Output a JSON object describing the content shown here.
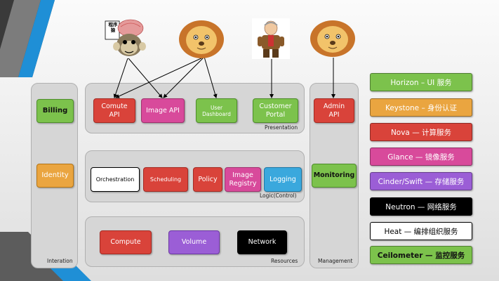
{
  "panels": {
    "interation": "Interation",
    "presentation": "Presentation",
    "logic": "Logic(Control)",
    "resources": "Resources",
    "management": "Management"
  },
  "left": {
    "billing": "Billing",
    "identity": "Identity"
  },
  "presentation": {
    "compute_api": "Comute\nAPI",
    "image_api": "Image API",
    "user_dashboard": "User\nDashboard",
    "customer_portal": "Customer\nPortal"
  },
  "logic": {
    "orchestration": "Orchestration",
    "scheduling": "Scheduling",
    "policy": "Policy",
    "image_registry": "Image\nRegistry",
    "logging": "Logging"
  },
  "resources": {
    "compute": "Compute",
    "volume": "Volume",
    "network": "Network"
  },
  "management": {
    "admin_api": "Admin\nAPI",
    "monitoring": "Monitoring"
  },
  "avatars": {
    "monkey_sign": "程序猿"
  },
  "services": [
    {
      "label": "Horizon – UI 服务",
      "color": "#7cc24c"
    },
    {
      "label": "Keystone – 身份认证",
      "color": "#eaa540"
    },
    {
      "label": "Nova — 计算服务",
      "color": "#d9433a"
    },
    {
      "label": "Glance — 镜像服务",
      "color": "#d84a9b"
    },
    {
      "label": "Cinder/Swift — 存储服务",
      "color": "#9b5ed6"
    },
    {
      "label": "Neutron — 网络服务",
      "color": "#000000"
    },
    {
      "label": "Heat — 编排组织服务",
      "color": "#ffffff"
    },
    {
      "label": "Ceilometer — 监控服务",
      "color": "#7cc24c"
    }
  ]
}
